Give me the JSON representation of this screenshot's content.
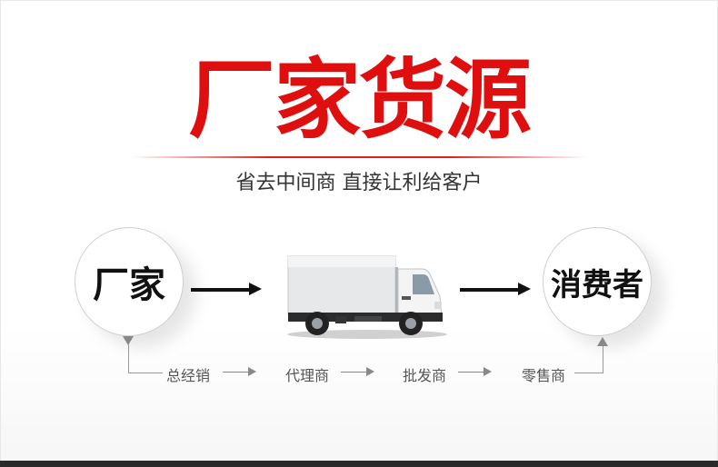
{
  "headline": "厂家货源",
  "subtitle": "省去中间商  直接让利给客户",
  "source_circle": "厂家",
  "target_circle": "消费者",
  "channel": [
    "总经销",
    "代理商",
    "批发商",
    "零售商"
  ],
  "icons": {
    "truck": "truck-icon"
  },
  "colors": {
    "headline": "#e00f0f",
    "text": "#333333",
    "arrow": "#111111",
    "muted": "#888888"
  }
}
